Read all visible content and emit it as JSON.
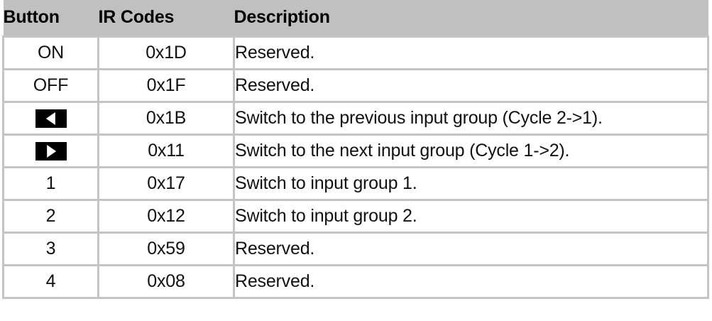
{
  "table": {
    "columns": [
      {
        "key": "button",
        "label": "Button"
      },
      {
        "key": "ircode",
        "label": "IR Codes"
      },
      {
        "key": "desc",
        "label": "Description"
      }
    ],
    "header_background": "#c0c0c0",
    "grid_color": "#c4c4c4",
    "rows": [
      {
        "button": "ON",
        "button_icon": null,
        "ircode": "0x1D",
        "desc": "Reserved."
      },
      {
        "button": "OFF",
        "button_icon": null,
        "ircode": "0x1F",
        "desc": "Reserved."
      },
      {
        "button": "",
        "button_icon": "arrow-left-button-icon",
        "ircode": "0x1B",
        "desc": "Switch to the previous input group (Cycle 2->1)."
      },
      {
        "button": "",
        "button_icon": "arrow-right-button-icon",
        "ircode": "0x11",
        "desc": "Switch to the next input group (Cycle 1->2)."
      },
      {
        "button": "1",
        "button_icon": null,
        "ircode": "0x17",
        "desc": "Switch to input group 1."
      },
      {
        "button": "2",
        "button_icon": null,
        "ircode": "0x12",
        "desc": "Switch to input group 2."
      },
      {
        "button": "3",
        "button_icon": null,
        "ircode": "0x59",
        "desc": "Reserved."
      },
      {
        "button": "4",
        "button_icon": null,
        "ircode": "0x08",
        "desc": "Reserved."
      }
    ]
  }
}
